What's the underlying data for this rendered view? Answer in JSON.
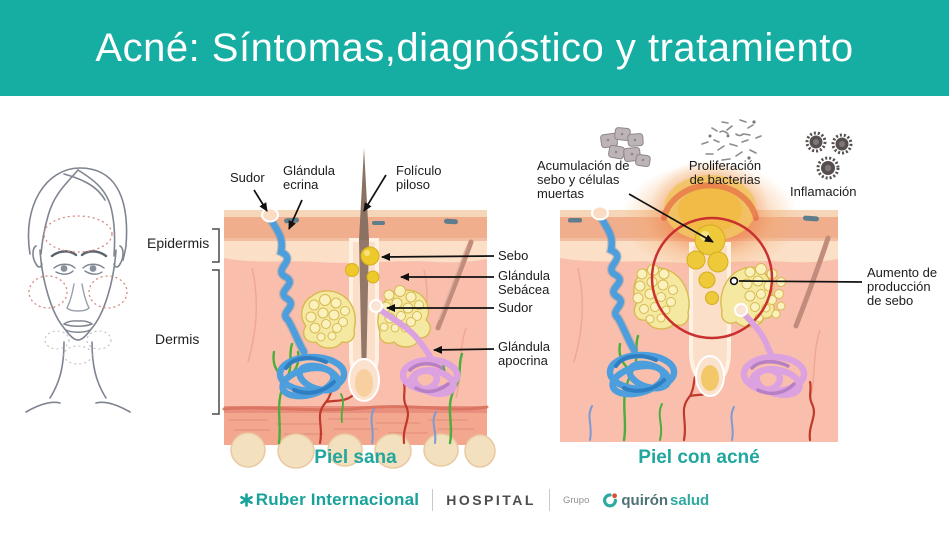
{
  "header": {
    "title": "Acné: Síntomas,diagnóstico y tratamiento"
  },
  "layers": {
    "epidermis": "Epidermis",
    "dermis": "Dermis"
  },
  "healthy": {
    "caption": "Piel sana",
    "labels": {
      "sudor_top": "Sudor",
      "glandula_ecrina": "Glándula\necrina",
      "foliculo_piloso": "Folículo\npiloso"
    }
  },
  "shared_labels": {
    "sebo": "Sebo",
    "glandula_sebacea": "Glándula\nSebácea",
    "sudor": "Sudor",
    "glandula_apocrina": "Glándula\napocrina"
  },
  "acne": {
    "caption": "Piel con acné",
    "labels": {
      "acumulacion": "Acumulación de\nsebo y células\nmuertas",
      "proliferacion": "Proliferación\nde bacterias",
      "inflamacion": "Inflamación",
      "aumento": "Aumento de\nproducción\nde sebo"
    },
    "icons": {
      "dead_cells": "dead-skin-cells-icon",
      "bacteria": "bacteria-icon",
      "inflammation": "inflammation-cells-icon"
    }
  },
  "footer": {
    "ruber": "Ruber Internacional",
    "hospital": "HOSPITAL",
    "grupo": "Grupo",
    "quiron": "quirón",
    "salud": "salud"
  },
  "colors": {
    "header_teal": "#16ada3",
    "caption_teal": "#21a79e",
    "brand_teal": "#17a29a",
    "inflamed_red": "#c93030",
    "dermis_pink": "#f9bfac",
    "sebum_yellow": "#edc92b",
    "eccrine_blue": "#4d9edc",
    "apocrine_pink": "#dca2e0"
  }
}
